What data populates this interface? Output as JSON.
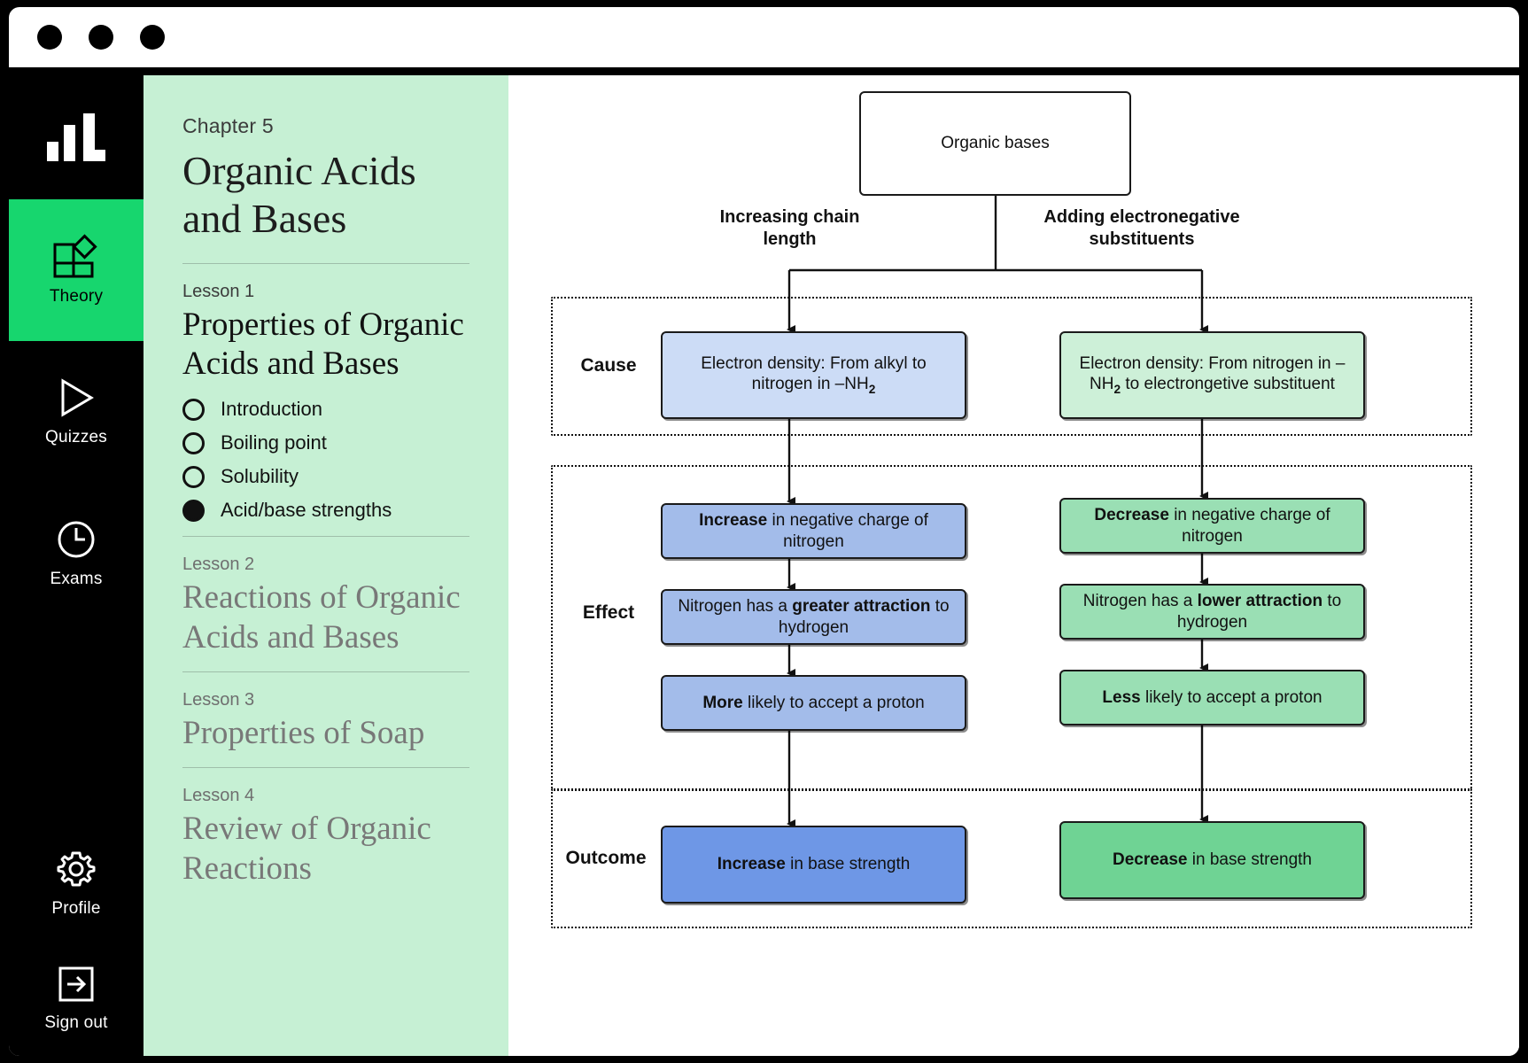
{
  "window": {
    "dots": [
      "close-dot",
      "minimize-dot",
      "maximize-dot"
    ]
  },
  "rail": {
    "logo": "brand-logo",
    "items": [
      {
        "label": "Theory",
        "icon": "theory-squares-icon",
        "active": true
      },
      {
        "label": "Quizzes",
        "icon": "play-triangle-icon",
        "active": false
      },
      {
        "label": "Exams",
        "icon": "clock-icon",
        "active": false
      }
    ],
    "bottom": [
      {
        "label": "Profile",
        "icon": "gear-icon"
      },
      {
        "label": "Sign out",
        "icon": "sign-out-icon"
      }
    ],
    "accent": "#17d66e"
  },
  "lessonpanel": {
    "background": "#c6f0d4",
    "chapter_kicker": "Chapter 5",
    "chapter_title": "Organic Acids and Bases",
    "lesson1_kicker": "Lesson 1",
    "lesson1_title": "Properties of Organic Acids and Bases",
    "topics": [
      {
        "label": "Introduction",
        "selected": false
      },
      {
        "label": "Boiling point",
        "selected": false
      },
      {
        "label": "Solubility",
        "selected": false
      },
      {
        "label": "Acid/base strengths",
        "selected": true
      }
    ],
    "lesson2_kicker": "Lesson 2",
    "lesson2_title": "Reactions of Organic Acids and Bases",
    "lesson3_kicker": "Lesson 3",
    "lesson3_title": "Properties of Soap",
    "lesson4_kicker": "Lesson 4",
    "lesson4_title": "Review of Organic Reactions"
  },
  "diagram": {
    "root": "Organic bases",
    "branch_left": "Increasing chain length",
    "branch_right": "Adding electronegative substituents",
    "row_labels": {
      "cause": "Cause",
      "effect": "Effect",
      "outcome": "Outcome"
    },
    "left_column": {
      "cause": "Electron density: From alkyl to nitrogen in –NH",
      "cause_sub": "2",
      "effect1_strong": "Increase",
      "effect1_rest": " in negative charge of nitrogen",
      "effect2_pre": "Nitrogen has a ",
      "effect2_strong": "greater attraction",
      "effect2_post": " to hydrogen",
      "effect3_strong": "More",
      "effect3_rest": " likely to accept a proton",
      "outcome_strong": "Increase",
      "outcome_rest": " in base strength"
    },
    "right_column": {
      "cause_pre": "Electron density: From nitrogen in –NH",
      "cause_sub": "2",
      "cause_post": " to electrongetive substituent",
      "effect1_strong": "Decrease",
      "effect1_rest": " in negative charge of nitrogen",
      "effect2_pre": "Nitrogen has a ",
      "effect2_strong": "lower attraction",
      "effect2_post": " to hydrogen",
      "effect3_strong": "Less",
      "effect3_rest": " likely to accept a proton",
      "outcome_strong": "Decrease",
      "outcome_rest": " in base strength"
    },
    "colors": {
      "cause_left": "#ccdcf6",
      "cause_right": "#cdf0d8",
      "effect_left": "#a3bcea",
      "effect_right": "#9adfb4",
      "outcome_left": "#6e97e6",
      "outcome_right": "#6fd394"
    }
  }
}
